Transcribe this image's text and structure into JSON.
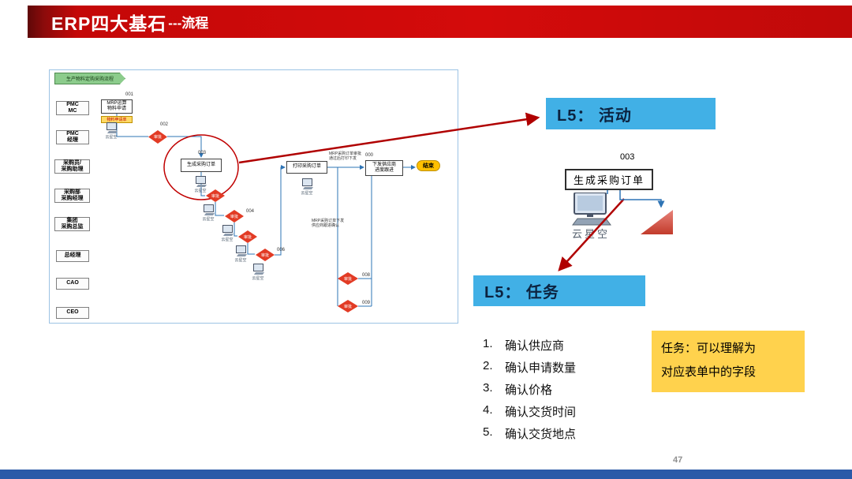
{
  "colors": {
    "header_red": "#cf0a0a",
    "callout_blue": "#41b0e6",
    "note_yellow": "#ffd24d",
    "footer_blue": "#2b5aa8",
    "arrow_red": "#b00000",
    "diamond_red": "#e23b25"
  },
  "header": {
    "title_main": "ERP四大基石",
    "title_suffix": "---流程"
  },
  "footer": {
    "page_number": "47"
  },
  "flowchart": {
    "start": "生产物料定购采购流程",
    "cloud": "云星空",
    "roles": [
      {
        "label": "PMC\nMC"
      },
      {
        "label": "PMC\n经理"
      },
      {
        "label": "采购员/\n采购助理"
      },
      {
        "label": "采购部\n采购经理"
      },
      {
        "label": "集团\n采购总监"
      },
      {
        "label": "总经理"
      },
      {
        "label": "CAO"
      },
      {
        "label": "CEO"
      }
    ],
    "nodes": {
      "code_001": "001",
      "mrp": "MRP运算\n物料申请",
      "mrp_doc": "物料申请单",
      "code_002": "002",
      "approve": "审批",
      "code_003": "003",
      "generate": "生成采购订单",
      "code_004": "004",
      "code_006": "006",
      "print": "打印采购订单",
      "note_a": "MRP采购订单审批\n通过后打印下发",
      "code_000": "000",
      "dispatch": "下发供应商\n进度跟进",
      "end": "结束",
      "note_b": "MRP采购订单下发\n供应商跟进确认",
      "code_008": "008",
      "code_009": "009"
    }
  },
  "callout": {
    "activity_title": "L5： 活动",
    "task_title": "L5： 任务",
    "detail": {
      "code": "003",
      "box": "生成采购订单",
      "cloud": "云星空"
    },
    "tasks": [
      {
        "no": "1.",
        "text": "确认供应商"
      },
      {
        "no": "2.",
        "text": "确认申请数量"
      },
      {
        "no": "3.",
        "text": "确认价格"
      },
      {
        "no": "4.",
        "text": "确认交货时间"
      },
      {
        "no": "5.",
        "text": "确认交货地点"
      }
    ],
    "note_line1": "任务：可以理解为",
    "note_line2": "对应表单中的字段"
  }
}
